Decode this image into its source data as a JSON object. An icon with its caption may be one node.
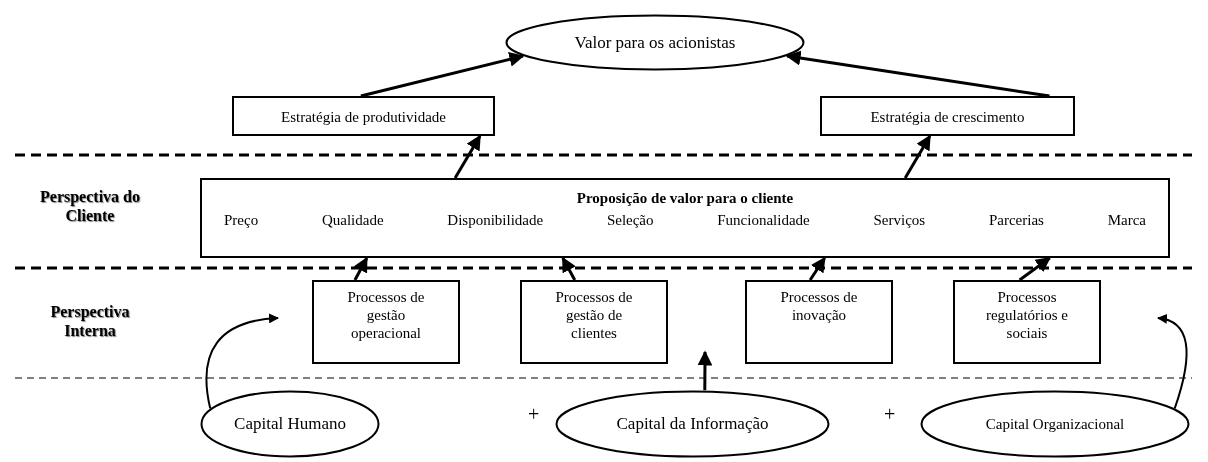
{
  "diagram": {
    "nodes": [
      {
        "text": [
          "Valor para os acionistas"
        ]
      },
      {
        "text": [
          "Estratégia de produtividade"
        ]
      },
      {
        "text": [
          "Estratégia de crescimento"
        ]
      },
      {
        "text": [
          "Proposição de valor para o cliente",
          "Preço",
          "Qualidade",
          "Disponibilidade",
          "Seleção",
          "Funcionalidade",
          "Serviços",
          "Parcerias",
          "Marca"
        ]
      },
      {
        "text": [
          "Processos de gestão operacional"
        ]
      },
      {
        "text": [
          "Processos de gestão de clientes"
        ]
      },
      {
        "text": [
          "Processos de inovação"
        ]
      },
      {
        "text": [
          "Processos regulatórios e sociais"
        ]
      },
      {
        "text": [
          "Capital Humano"
        ]
      },
      {
        "text": [
          "Capital da Informação"
        ]
      },
      {
        "text": [
          "Capital Organizacional"
        ]
      }
    ],
    "edges": [
      {
        "from": 1,
        "to": 0,
        "arrow": "to"
      },
      {
        "from": 2,
        "to": 0,
        "arrow": "to"
      },
      {
        "from": 3,
        "to": 1,
        "arrow": "to"
      },
      {
        "from": 3,
        "to": 2,
        "arrow": "to"
      },
      {
        "from": 4,
        "to": 3,
        "arrow": "to"
      },
      {
        "from": 5,
        "to": 3,
        "arrow": "to"
      },
      {
        "from": 6,
        "to": 3,
        "arrow": "to"
      },
      {
        "from": 7,
        "to": 3,
        "arrow": "to"
      },
      {
        "from": 8,
        "to": null,
        "arrow": "to"
      },
      {
        "from": 9,
        "to": null,
        "arrow": "to"
      },
      {
        "from": 10,
        "to": null,
        "arrow": "to"
      }
    ],
    "labels": [
      "Perspectiva do Cliente",
      "Perspectiva Interna",
      "+",
      "+"
    ]
  }
}
